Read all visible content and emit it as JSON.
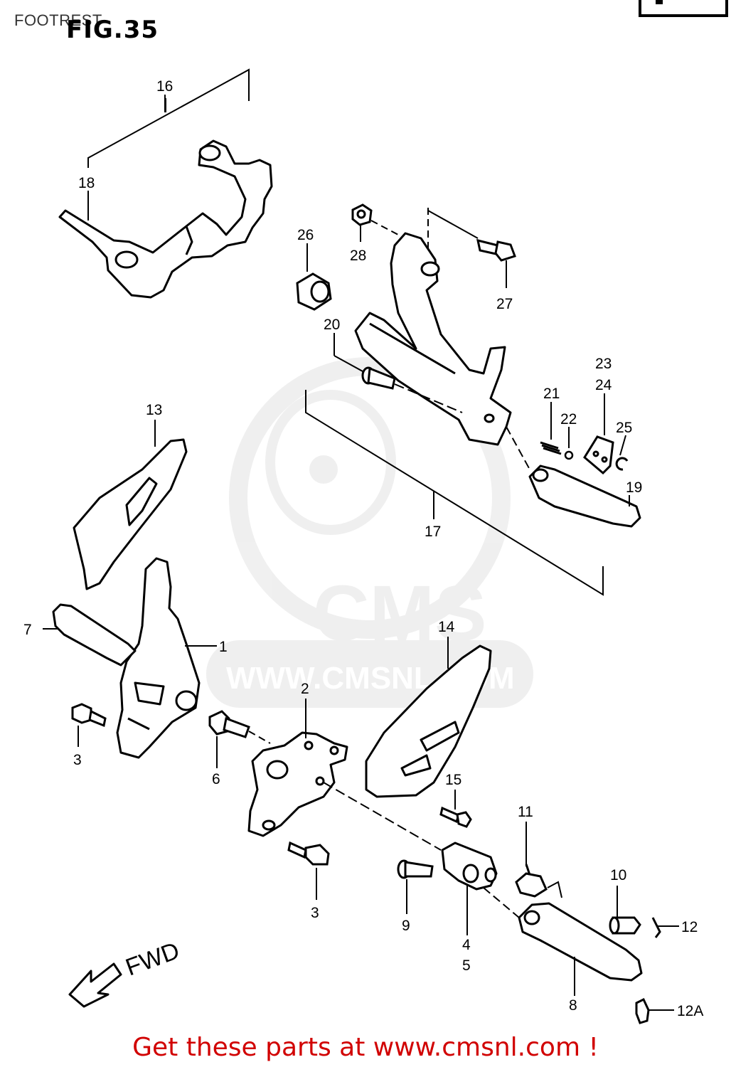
{
  "header": {
    "page_title": "FOOTREST",
    "figure_label": "FIG.35"
  },
  "footer": {
    "link_text": "Get these parts at www.cmsnl.com !"
  },
  "watermark": {
    "brand": "CMS",
    "url": "WWW.CMSNL.COM"
  },
  "direction": {
    "label": "FWD"
  },
  "callouts": [
    "1",
    "2",
    "3",
    "3",
    "4",
    "5",
    "6",
    "7",
    "8",
    "9",
    "10",
    "11",
    "12",
    "12A",
    "13",
    "14",
    "15",
    "16",
    "17",
    "18",
    "19",
    "20",
    "21",
    "22",
    "23",
    "24",
    "25",
    "26",
    "27",
    "28"
  ]
}
